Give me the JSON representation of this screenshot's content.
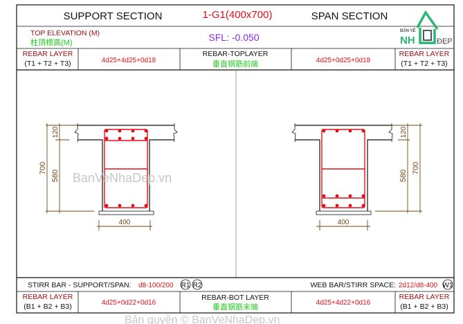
{
  "header": {
    "support_title": "SUPPORT SECTION",
    "beam_id": "1-G1(400x700)",
    "span_title": "SPAN SECTION"
  },
  "elevation": {
    "label": "TOP ELEVATION (M)",
    "label_cn": "柱頂標高(M)",
    "value": "SFL: -0.050"
  },
  "top_row": {
    "left_label_1": "REBAR LAYER",
    "left_label_2": "(T1 + T2 + T3)",
    "support_value": "4d25+4d25+0d18",
    "center_label": "REBAR-TOPLAYER",
    "center_label_cn": "垂直钢筋前端",
    "span_value": "4d25+0d25+0d18",
    "right_label_1": "REBAR LAYER",
    "right_label_2": "(T1 + T2 + T3)"
  },
  "stirrup_row": {
    "left_label": "STIRR BAR - SUPPORT/SPAN:",
    "left_value": "d8-100/200",
    "tag_r1": "R1",
    "tag_r2": "R2",
    "right_label": "WEB BAR/STIRR SPACE:",
    "right_value": "2d12/d8-400",
    "tag_w1": "W1"
  },
  "bottom_row": {
    "left_label_1": "REBAR LAYER",
    "left_label_2": "(B1 + B2 + B3)",
    "support_value": "4d25+0d22+0d16",
    "center_label": "REBAR-BOT LAYER",
    "center_label_cn": "垂直钢筋末端",
    "span_value": "4d25+4d22+0d16",
    "right_label_1": "REBAR LAYER",
    "right_label_2": "(B1 + B2 + B3)"
  },
  "support_section": {
    "dim_total": "700",
    "dim_web": "580",
    "dim_slab": "120",
    "dim_width": "400"
  },
  "span_section": {
    "dim_total": "700",
    "dim_web": "580",
    "dim_slab": "120",
    "dim_width": "400"
  },
  "watermarks": {
    "center": "BanVeNhaDep.vn",
    "bottom": "Bản quyền © BanVeNhaDep.vn"
  },
  "logo": {
    "small": "BẢN VẼ",
    "nha": "NH",
    "dep": "ĐẸP",
    "brand_color": "#2bb673"
  }
}
